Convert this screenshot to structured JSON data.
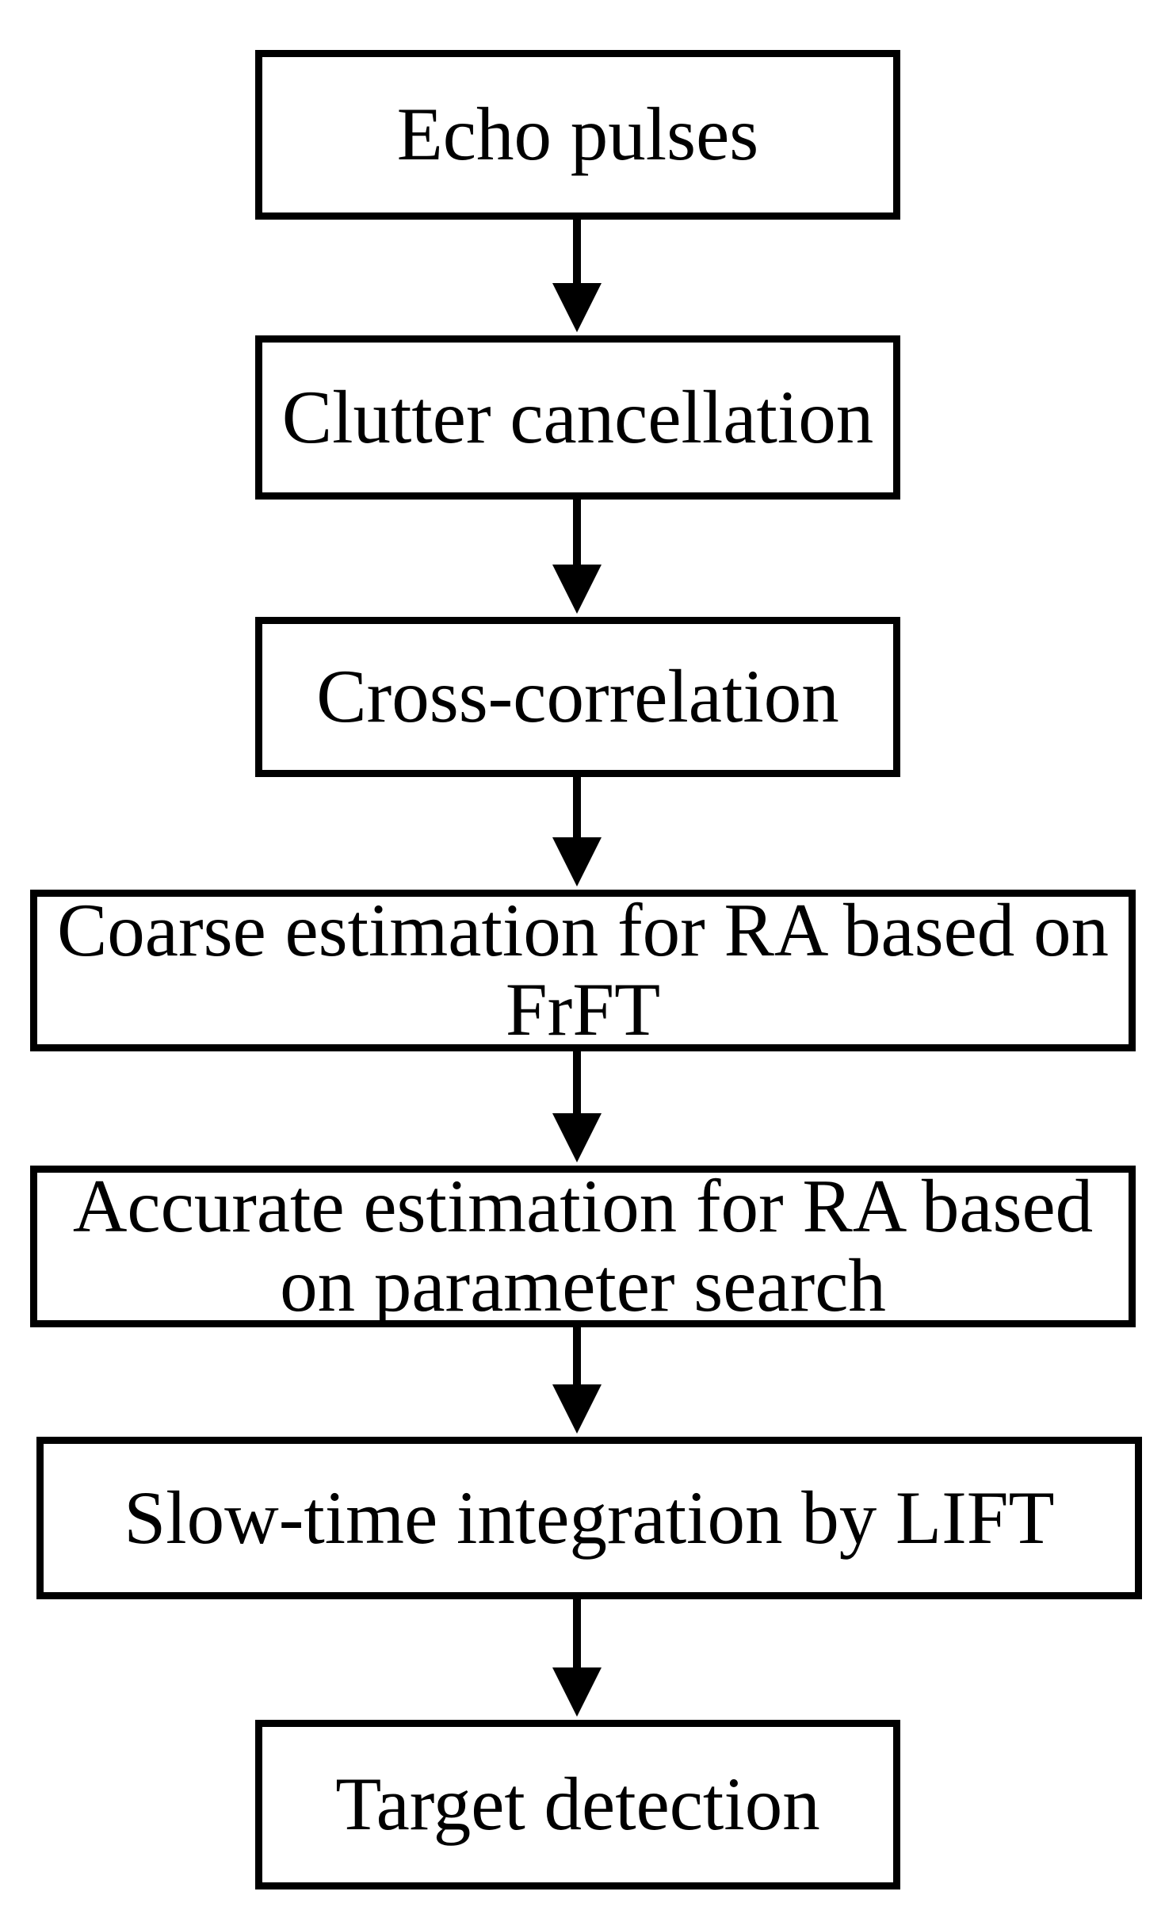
{
  "colors": {
    "foreground": "#000000",
    "background": "#ffffff"
  },
  "diagram": {
    "type": "flowchart",
    "direction": "top-down",
    "nodes": [
      {
        "id": "echo-pulses",
        "label": "Echo pulses"
      },
      {
        "id": "clutter-cancellation",
        "label": "Clutter cancellation"
      },
      {
        "id": "cross-correlation",
        "label": "Cross-correlation"
      },
      {
        "id": "coarse-estimation",
        "label": "Coarse estimation for RA based on\nFrFT"
      },
      {
        "id": "accurate-estimation",
        "label": "Accurate estimation for RA based\non parameter search"
      },
      {
        "id": "slow-time-integration",
        "label": "Slow-time integration by LIFT"
      },
      {
        "id": "target-detection",
        "label": "Target detection"
      }
    ],
    "edges": [
      {
        "from": "echo-pulses",
        "to": "clutter-cancellation",
        "icon": "arrow-down-icon"
      },
      {
        "from": "clutter-cancellation",
        "to": "cross-correlation",
        "icon": "arrow-down-icon"
      },
      {
        "from": "cross-correlation",
        "to": "coarse-estimation",
        "icon": "arrow-down-icon"
      },
      {
        "from": "coarse-estimation",
        "to": "accurate-estimation",
        "icon": "arrow-down-icon"
      },
      {
        "from": "accurate-estimation",
        "to": "slow-time-integration",
        "icon": "arrow-down-icon"
      },
      {
        "from": "slow-time-integration",
        "to": "target-detection",
        "icon": "arrow-down-icon"
      }
    ]
  }
}
